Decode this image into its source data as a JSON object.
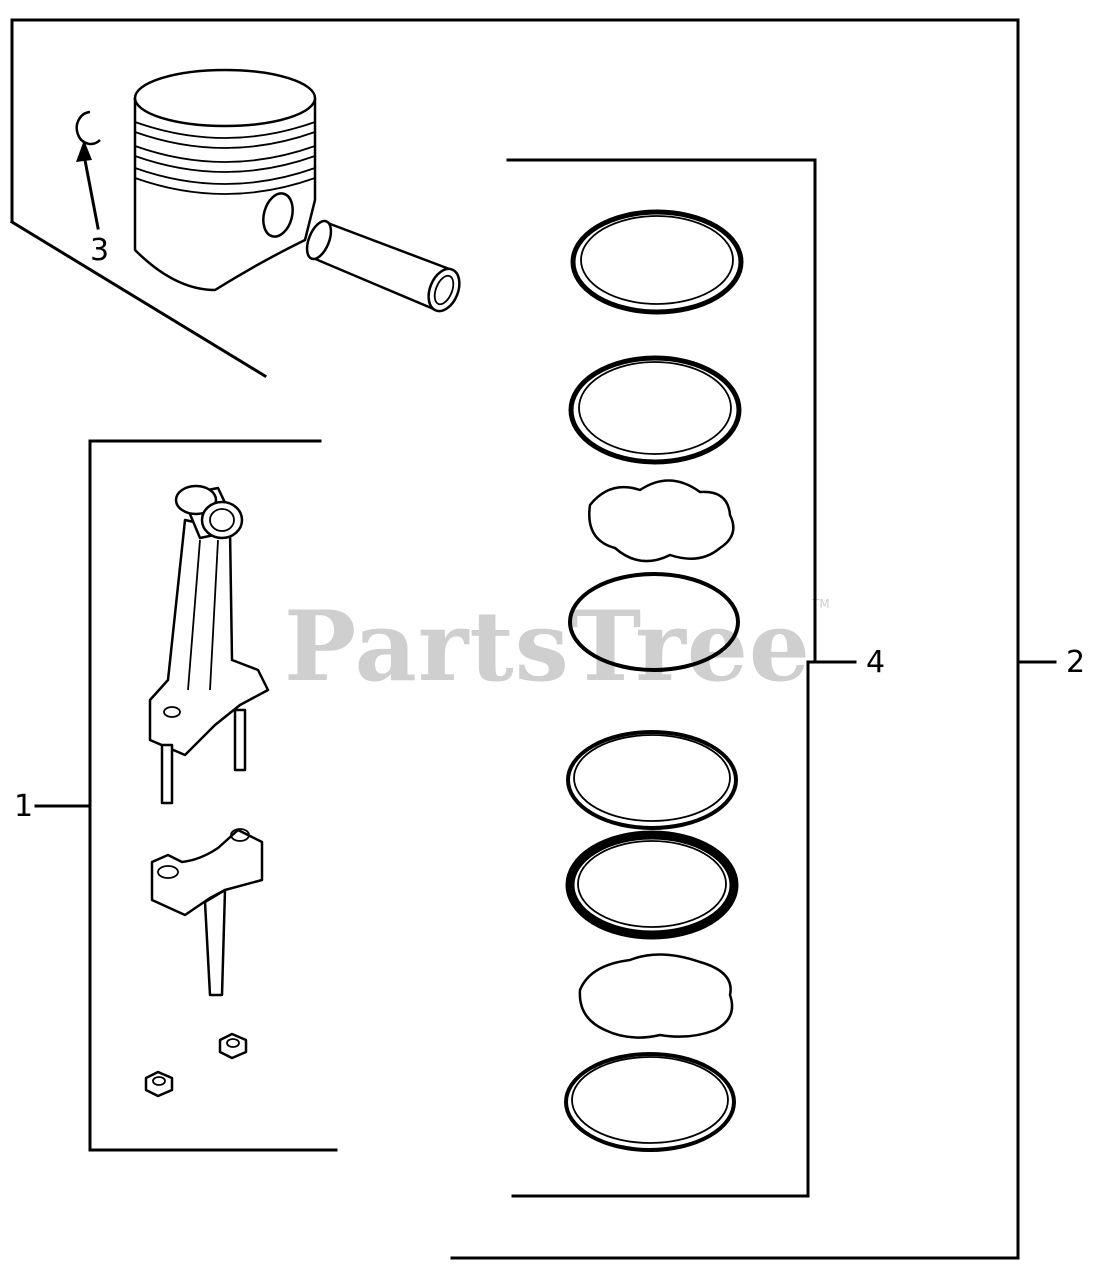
{
  "diagram": {
    "callouts": {
      "c1": "1",
      "c2": "2",
      "c3": "3",
      "c4": "4"
    },
    "watermark": {
      "text": "PartsTree",
      "tm": "TM"
    }
  }
}
